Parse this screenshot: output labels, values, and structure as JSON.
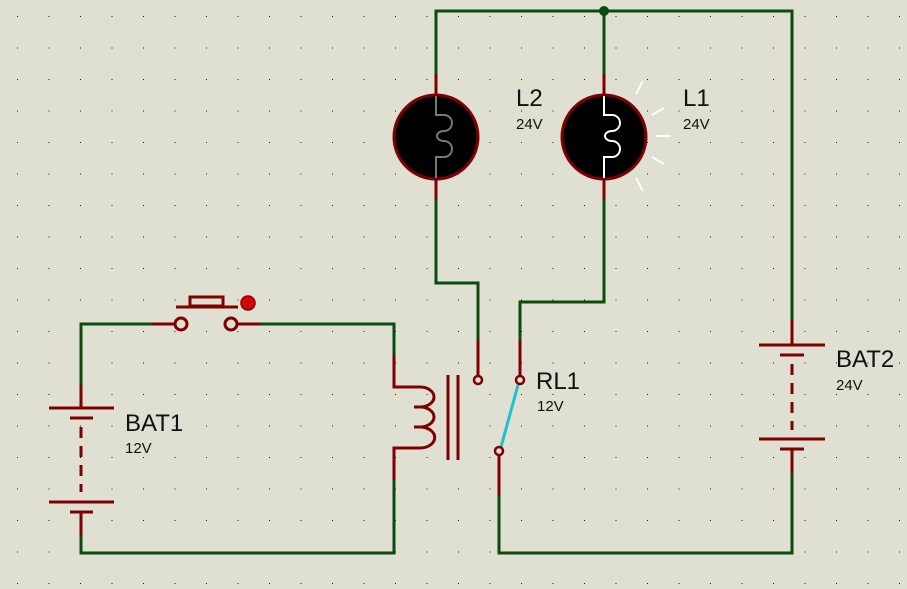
{
  "schematic": {
    "components": {
      "L1": {
        "ref": "L1",
        "value": "24V",
        "state": "lit"
      },
      "L2": {
        "ref": "L2",
        "value": "24V",
        "state": "off"
      },
      "RL1": {
        "ref": "RL1",
        "value": "12V"
      },
      "BAT1": {
        "ref": "BAT1",
        "value": "12V"
      },
      "BAT2": {
        "ref": "BAT2",
        "value": "24V"
      },
      "pushbutton": {
        "ref": "",
        "value": ""
      }
    },
    "colors": {
      "background": "#dfdfd2",
      "wire": "#0b4b0b",
      "component": "#7f0000",
      "relay_contact_active": "#20c0d0",
      "lamp_body": "#000000",
      "grid_dot": "#1a1a1a"
    }
  }
}
